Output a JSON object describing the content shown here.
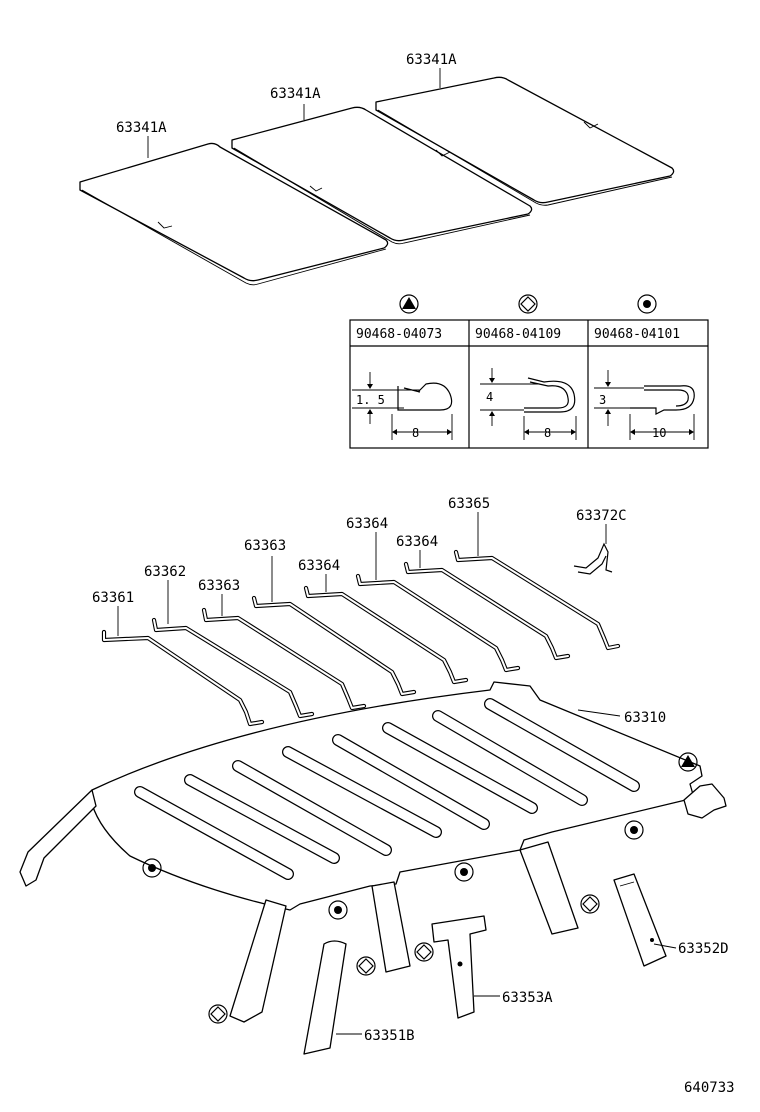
{
  "labels": {
    "mat_a": "63341A",
    "mat_b": "63341A",
    "mat_c": "63341A",
    "rod_1": "63361",
    "rod_2": "63362",
    "rod_3a": "63363",
    "rod_3b": "63363",
    "rod_4a": "63364",
    "rod_4b": "63364",
    "rod_4c": "63364",
    "rod_5": "63365",
    "clip": "63372C",
    "headliner": "63310",
    "garnish_d": "63352D",
    "garnish_a": "63353A",
    "garnish_b": "63351B",
    "figure_number": "640733"
  },
  "clip_table": {
    "columns": [
      {
        "symbol": "triangle",
        "part_no": "90468-04073",
        "height_label": "1. 5",
        "width_label": "8"
      },
      {
        "symbol": "diamond",
        "part_no": "90468-04109",
        "height_label": "4",
        "width_label": "8"
      },
      {
        "symbol": "dot",
        "part_no": "90468-04101",
        "height_label": "3",
        "width_label": "10"
      }
    ]
  },
  "symbols": {
    "triangle": "triangle-in-circle",
    "diamond": "diamond-in-circle",
    "dot": "dot-in-circle"
  },
  "colors": {
    "line": "#000000",
    "background": "#ffffff"
  }
}
